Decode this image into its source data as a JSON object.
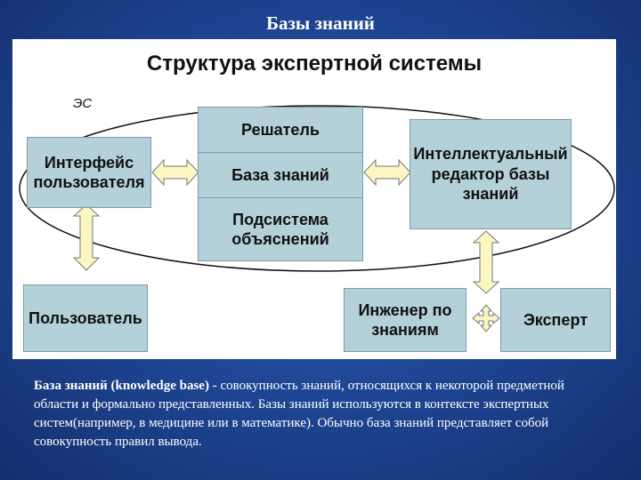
{
  "slide": {
    "title": "Базы знаний"
  },
  "diagram": {
    "title": "Структура экспертной системы",
    "es_label": "ЭС",
    "blocks": {
      "interface": "Интерфейс пользователя",
      "solver": "Решатель",
      "knowledge_base": "База знаний",
      "explanation": "Подсистема объяснений",
      "editor": "Интеллектуальный редактор базы знаний",
      "user": "Пользователь",
      "engineer": "Инженер по знаниям",
      "expert": "Эксперт"
    },
    "colors": {
      "block_fill": "#b4d0d8",
      "arrow_fill": "#fbf6c2"
    }
  },
  "description": {
    "term": "База знаний (knowledge base)",
    "text": " - совокупность знаний, относящихся к некоторой предметной области и формально представленных. Базы знаний используются в контексте экспертных систем(например, в медицине или в математике). Обычно база знаний представляет собой совокупность правил вывода."
  }
}
